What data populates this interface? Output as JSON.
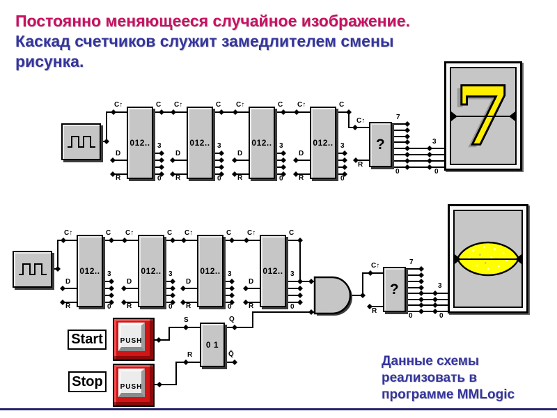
{
  "slide": {
    "title": {
      "line1": "Постоянно меняющееся случайное изображение.",
      "line2": "Каскад счетчиков служит замедлителем смены",
      "line3": "рисунка."
    },
    "caption": {
      "line1": "Данные схемы",
      "line2": "реализовать в",
      "line3": "программе MMLogic"
    },
    "colors": {
      "title_pink": "#c90f62",
      "title_blue": "#34349e",
      "wire": "#000000",
      "block_fill": "#c6c6c6",
      "push_red": "#d31414",
      "display_digit_yellow": "#ffee00",
      "lemon_yellow": "#ffff00",
      "bottom_rule": "#24246a"
    }
  },
  "labels": {
    "clock_pin": "C↑",
    "carry_pin": "C",
    "data_pin": "D",
    "reset_pin": "R",
    "bit_high": "3",
    "bit_low": "0",
    "rand_high": "7",
    "rand_low": "0",
    "set_pin": "S",
    "q_pin": "Q",
    "qbar_pin": "Q̄",
    "counter": "012..",
    "random": "?",
    "flipflop": "0 1",
    "push": "PUSH",
    "start": "Start",
    "stop": "Stop",
    "digit": "7"
  }
}
